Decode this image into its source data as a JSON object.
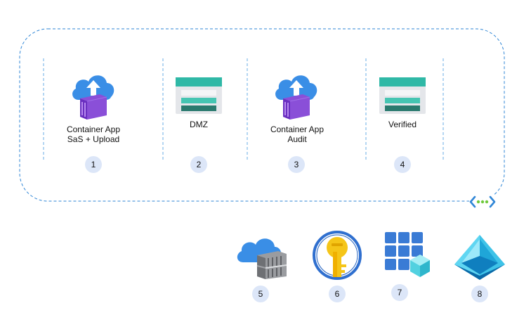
{
  "diagram": {
    "steps": [
      {
        "number": "1",
        "line1": "Container App",
        "line2": "SaS + Upload",
        "icon": "container-app-icon"
      },
      {
        "number": "2",
        "line1": "DMZ",
        "line2": "",
        "icon": "storage-account-icon"
      },
      {
        "number": "3",
        "line1": "Container App",
        "line2": "Audit",
        "icon": "container-app-icon"
      },
      {
        "number": "4",
        "line1": "Verified",
        "line2": "",
        "icon": "storage-account-icon"
      }
    ],
    "services": [
      {
        "number": "5",
        "icon": "container-registry-icon"
      },
      {
        "number": "6",
        "icon": "key-vault-icon"
      },
      {
        "number": "7",
        "icon": "container-apps-environment-icon"
      },
      {
        "number": "8",
        "icon": "entra-id-icon"
      }
    ],
    "network_icon": "virtual-network-icon",
    "colors": {
      "boundary": "#2f86d6",
      "divider": "#6aaee6",
      "badge": "#dce6f8",
      "cloud": "#3a8ee6",
      "container": "#8a4fd8",
      "storage_teal": "#2fb8a6",
      "key": "#f5c518",
      "entra": "#3ec3e8"
    }
  }
}
